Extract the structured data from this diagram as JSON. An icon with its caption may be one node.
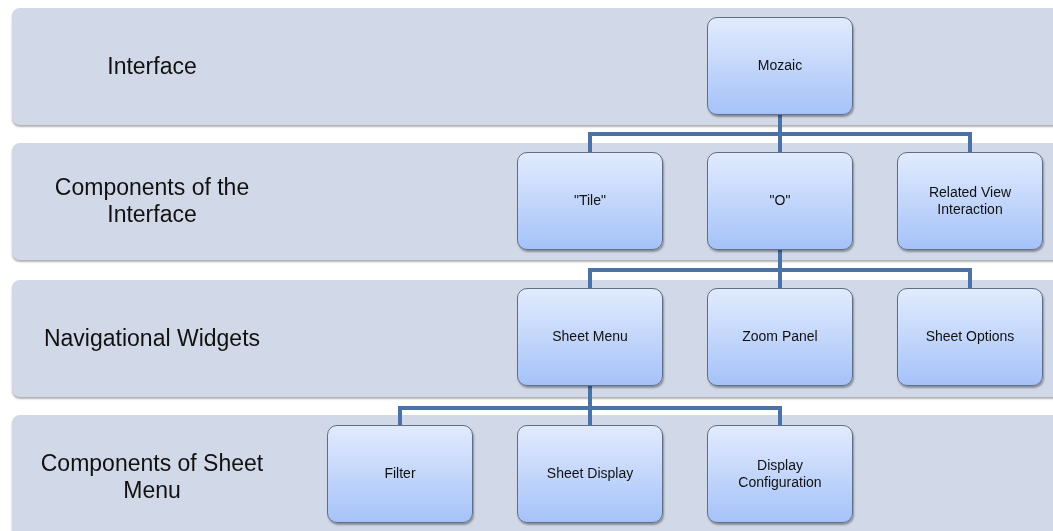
{
  "diagram": {
    "nodes": [
      {
        "text": [
          "Interface"
        ]
      },
      {
        "text": [
          "Mozaic"
        ],
        "in": 0
      },
      {
        "text": [
          "Components of the Interface"
        ]
      },
      {
        "text": [
          "\"Tile\""
        ],
        "in": 2
      },
      {
        "text": [
          "\"O\""
        ],
        "in": 2
      },
      {
        "text": [
          "Related View Interaction"
        ],
        "in": 2
      },
      {
        "text": [
          "Navigational Widgets"
        ]
      },
      {
        "text": [
          "Sheet Menu"
        ],
        "in": 6
      },
      {
        "text": [
          "Zoom Panel"
        ],
        "in": 6
      },
      {
        "text": [
          "Sheet Options"
        ],
        "in": 6
      },
      {
        "text": [
          "Components of Sheet Menu"
        ]
      },
      {
        "text": [
          "Filter"
        ],
        "in": 10
      },
      {
        "text": [
          "Sheet Display"
        ],
        "in": 10
      },
      {
        "text": [
          "Display Configuration"
        ],
        "in": 10
      }
    ],
    "edges": [
      {
        "from": 1,
        "to": 3,
        "arrow": "none"
      },
      {
        "from": 1,
        "to": 4,
        "arrow": "none"
      },
      {
        "from": 1,
        "to": 5,
        "arrow": "none"
      },
      {
        "from": 4,
        "to": 7,
        "arrow": "none"
      },
      {
        "from": 4,
        "to": 8,
        "arrow": "none"
      },
      {
        "from": 4,
        "to": 9,
        "arrow": "none"
      },
      {
        "from": 7,
        "to": 11,
        "arrow": "none"
      },
      {
        "from": 7,
        "to": 12,
        "arrow": "none"
      },
      {
        "from": 7,
        "to": 13,
        "arrow": "none"
      }
    ]
  }
}
